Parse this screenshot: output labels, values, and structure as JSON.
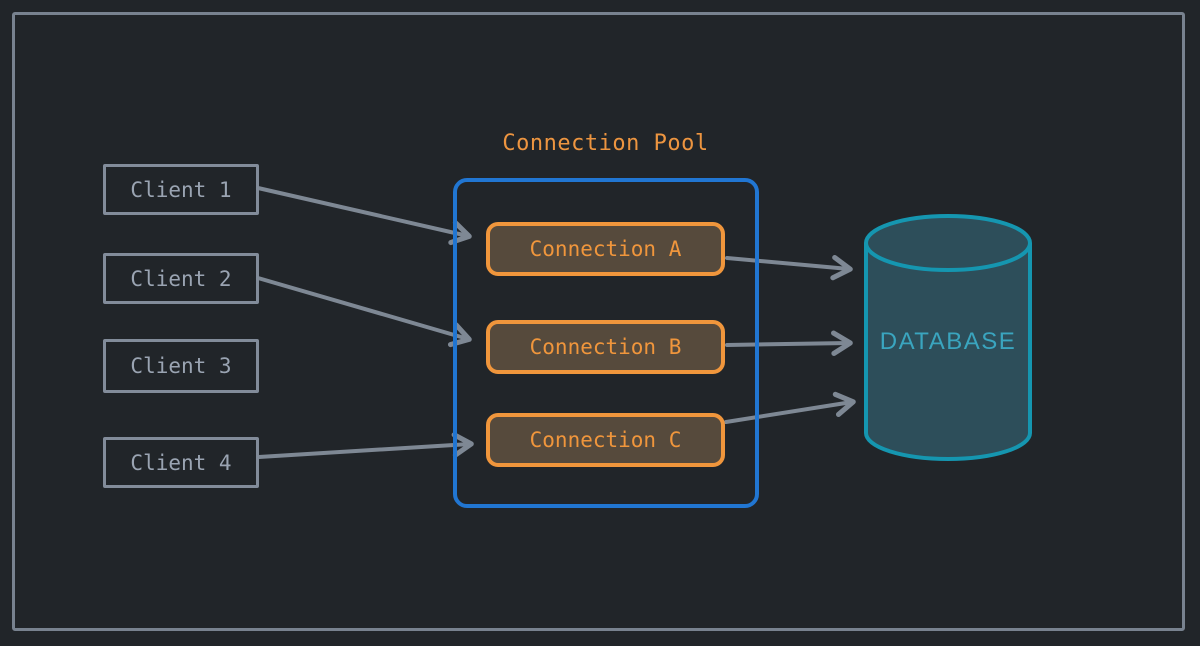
{
  "diagram": {
    "title": "Connection Pool",
    "colors": {
      "background": "#212529",
      "frame_border": "#78828f",
      "client_border": "#828c9a",
      "client_text": "#9aa4b2",
      "pool_border": "#2176d2",
      "connection_border": "#f0963c",
      "connection_fill": "#564a3c",
      "connection_text": "#f0963c",
      "title_text": "#ed9540",
      "arrow": "#7e8894",
      "database_stroke": "#1596b0",
      "database_fill": "#2d4e5a",
      "database_text": "#3aa5bf"
    }
  },
  "clients": [
    {
      "label": "Client 1"
    },
    {
      "label": "Client 2"
    },
    {
      "label": "Client 3"
    },
    {
      "label": "Client 4"
    }
  ],
  "pool": {
    "title": "Connection Pool",
    "connections": [
      {
        "label": "Connection A"
      },
      {
        "label": "Connection B"
      },
      {
        "label": "Connection C"
      }
    ]
  },
  "database": {
    "label": "DATABASE"
  },
  "edges": [
    {
      "from": "Client 1",
      "to": "Connection A"
    },
    {
      "from": "Client 2",
      "to": "Connection B"
    },
    {
      "from": "Client 4",
      "to": "Connection C"
    },
    {
      "from": "Connection A",
      "to": "DATABASE"
    },
    {
      "from": "Connection B",
      "to": "DATABASE"
    },
    {
      "from": "Connection C",
      "to": "DATABASE"
    }
  ]
}
